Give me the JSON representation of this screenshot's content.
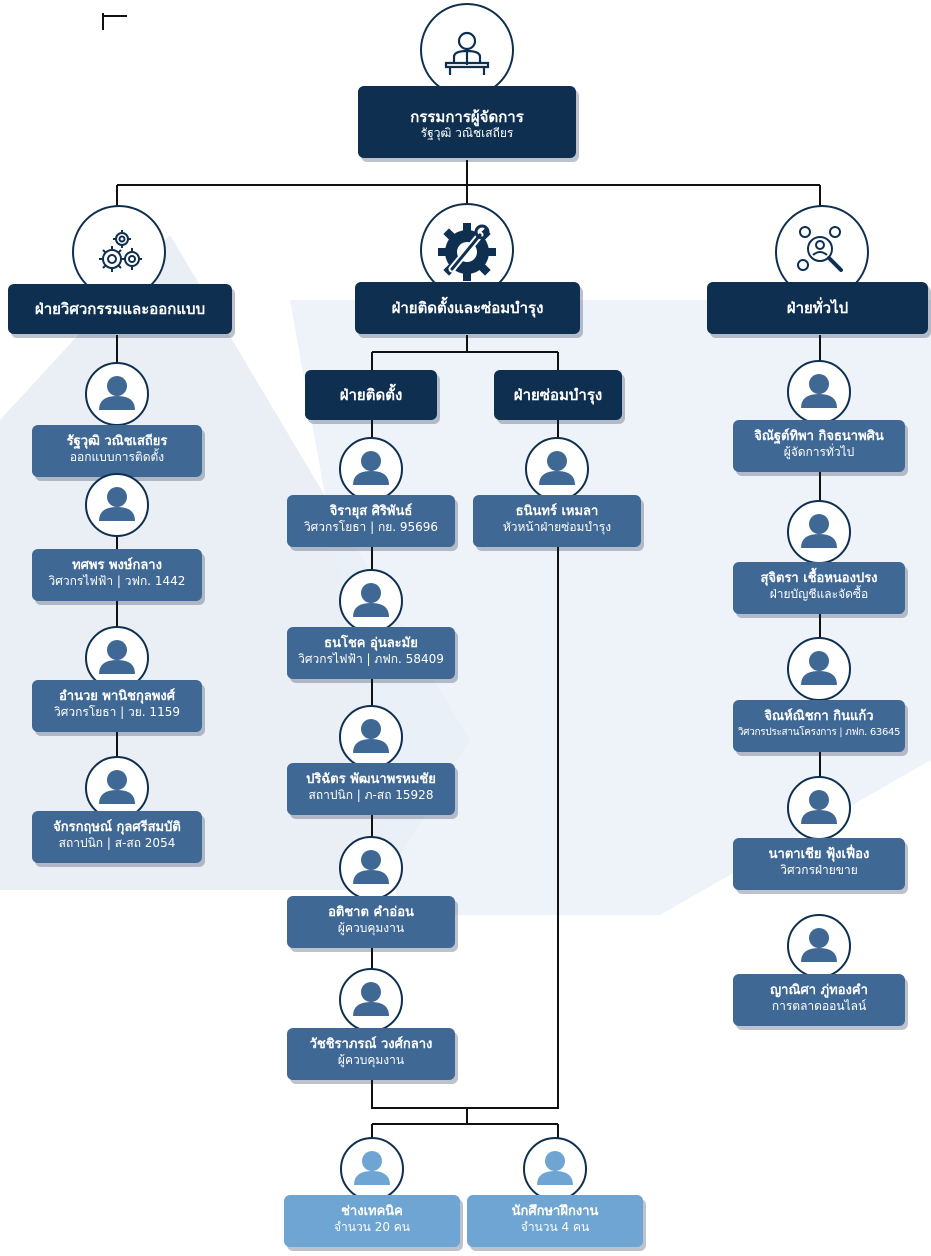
{
  "md": {
    "title": "กรรมการผู้จัดการ",
    "name": "รัฐวุฒิ วณิชเสถียร"
  },
  "departments": {
    "engineering": "ฝ่ายวิศวกรรมและออกแบบ",
    "installation_maintenance": "ฝ่ายติดตั้งและซ่อมบำรุง",
    "general": "ฝ่ายทั่วไป",
    "installation": "ฝ่ายติดตั้ง",
    "maintenance": "ฝ่ายซ่อมบำรุง"
  },
  "engineering_staff": [
    {
      "name": "รัฐวุฒิ วณิชเสถียร",
      "role": "ออกแบบการติดตั้ง"
    },
    {
      "name": "ทศพร พงษ์กลาง",
      "role": "วิศวกรไฟฟ้า | วฟก. 1442"
    },
    {
      "name": "อำนวย พานิชกุลพงศ์",
      "role": "วิศวกรโยธา | วย. 1159"
    },
    {
      "name": "จักรกฤษณ์ กุลศรีสมบัติ",
      "role": "สถาปนิก | ส-สถ 2054"
    }
  ],
  "installation_staff": [
    {
      "name": "จิรายุส ศิริพันธ์",
      "role": "วิศวกรโยธา | กย. 95696"
    },
    {
      "name": "ธนโชค อุ่นละมัย",
      "role": "วิศวกรไฟฟ้า | ภฟก. 58409"
    },
    {
      "name": "ปริฉัตร พัฒนาพรหมชัย",
      "role": "สถาปนิก | ภ-สถ 15928"
    },
    {
      "name": "อติชาต คำอ่อน",
      "role": "ผู้ควบคุมงาน"
    },
    {
      "name": "วัชชิราภรณ์ วงศ์กลาง",
      "role": "ผู้ควบคุมงาน"
    }
  ],
  "maintenance_staff": [
    {
      "name": "ธนินทร์ เหมลา",
      "role": "หัวหน้าฝ่ายซ่อมบำรุง"
    }
  ],
  "general_staff": [
    {
      "name": "จิณัฐต์ทิพา กิจธนาพศิน",
      "role": "ผู้จัดการทั่วไป"
    },
    {
      "name": "สุจิตรา เชื้อหนองปรง",
      "role": "ฝ่ายบัญชีและจัดซื้อ"
    },
    {
      "name": "จิณห์ณิชกา กินแก้ว",
      "role": "วิศวกรประสานโครงการ | ภฟก. 63645"
    },
    {
      "name": "นาตาเชีย ฟุ้งเฟื่อง",
      "role": "วิศวกรฝ่ายขาย"
    },
    {
      "name": "ญาณิศา ภู่ทองคำ",
      "role": "การตลาดออนไลน์"
    }
  ],
  "teams": [
    {
      "name": "ช่างเทคนิค",
      "count": "จำนวน 20 คน"
    },
    {
      "name": "นักศึกษาฝึกงาน",
      "count": "จำนวน 4 คน"
    }
  ],
  "colors": {
    "dark": "#0e2f50",
    "mid": "#3f6894",
    "light": "#6ea5d2"
  }
}
